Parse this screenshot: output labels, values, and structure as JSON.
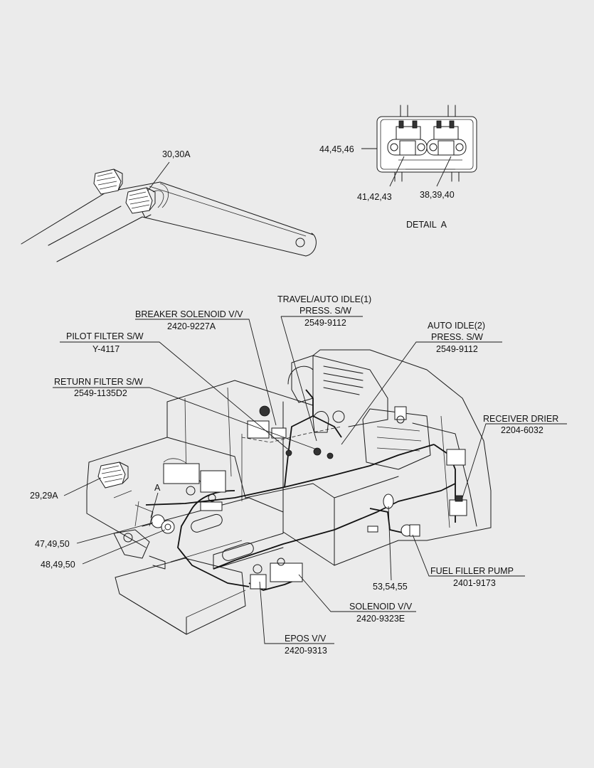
{
  "labels": {
    "lamp_boom": "30,30A",
    "detail_bracket": "44,45,46",
    "detail_left": "41,42,43",
    "detail_right": "38,39,40",
    "detail_title": "DETAIL  A",
    "travel_idle_line1": "TRAVEL/AUTO IDLE(1)",
    "travel_idle_line2": "PRESS. S/W",
    "travel_idle_part": "2549-9112",
    "breaker_line1": "BREAKER SOLENOID V/V",
    "breaker_part": "2420-9227A",
    "auto_idle2_line1": "AUTO IDLE(2)",
    "auto_idle2_line2": "PRESS. S/W",
    "auto_idle2_part": "2549-9112",
    "pilot_line1": "PILOT FILTER S/W",
    "pilot_part": "Y-4117",
    "return_line1": "RETURN FILTER S/W",
    "return_part": "2549-1135D2",
    "receiver_line1": "RECEIVER DRIER",
    "receiver_part": "2204-6032",
    "lamp_frame": "29,29A",
    "detail_marker": "A",
    "ref_47": "47,49,50",
    "ref_48": "48,49,50",
    "fuel_line1": "FUEL FILLER PUMP",
    "fuel_part": "2401-9173",
    "ref_53": "53,54,55",
    "solenoid_line1": "SOLENOID V/V",
    "solenoid_part": "2420-9323E",
    "epos_line1": "EPOS V/V",
    "epos_part": "2420-9313"
  }
}
